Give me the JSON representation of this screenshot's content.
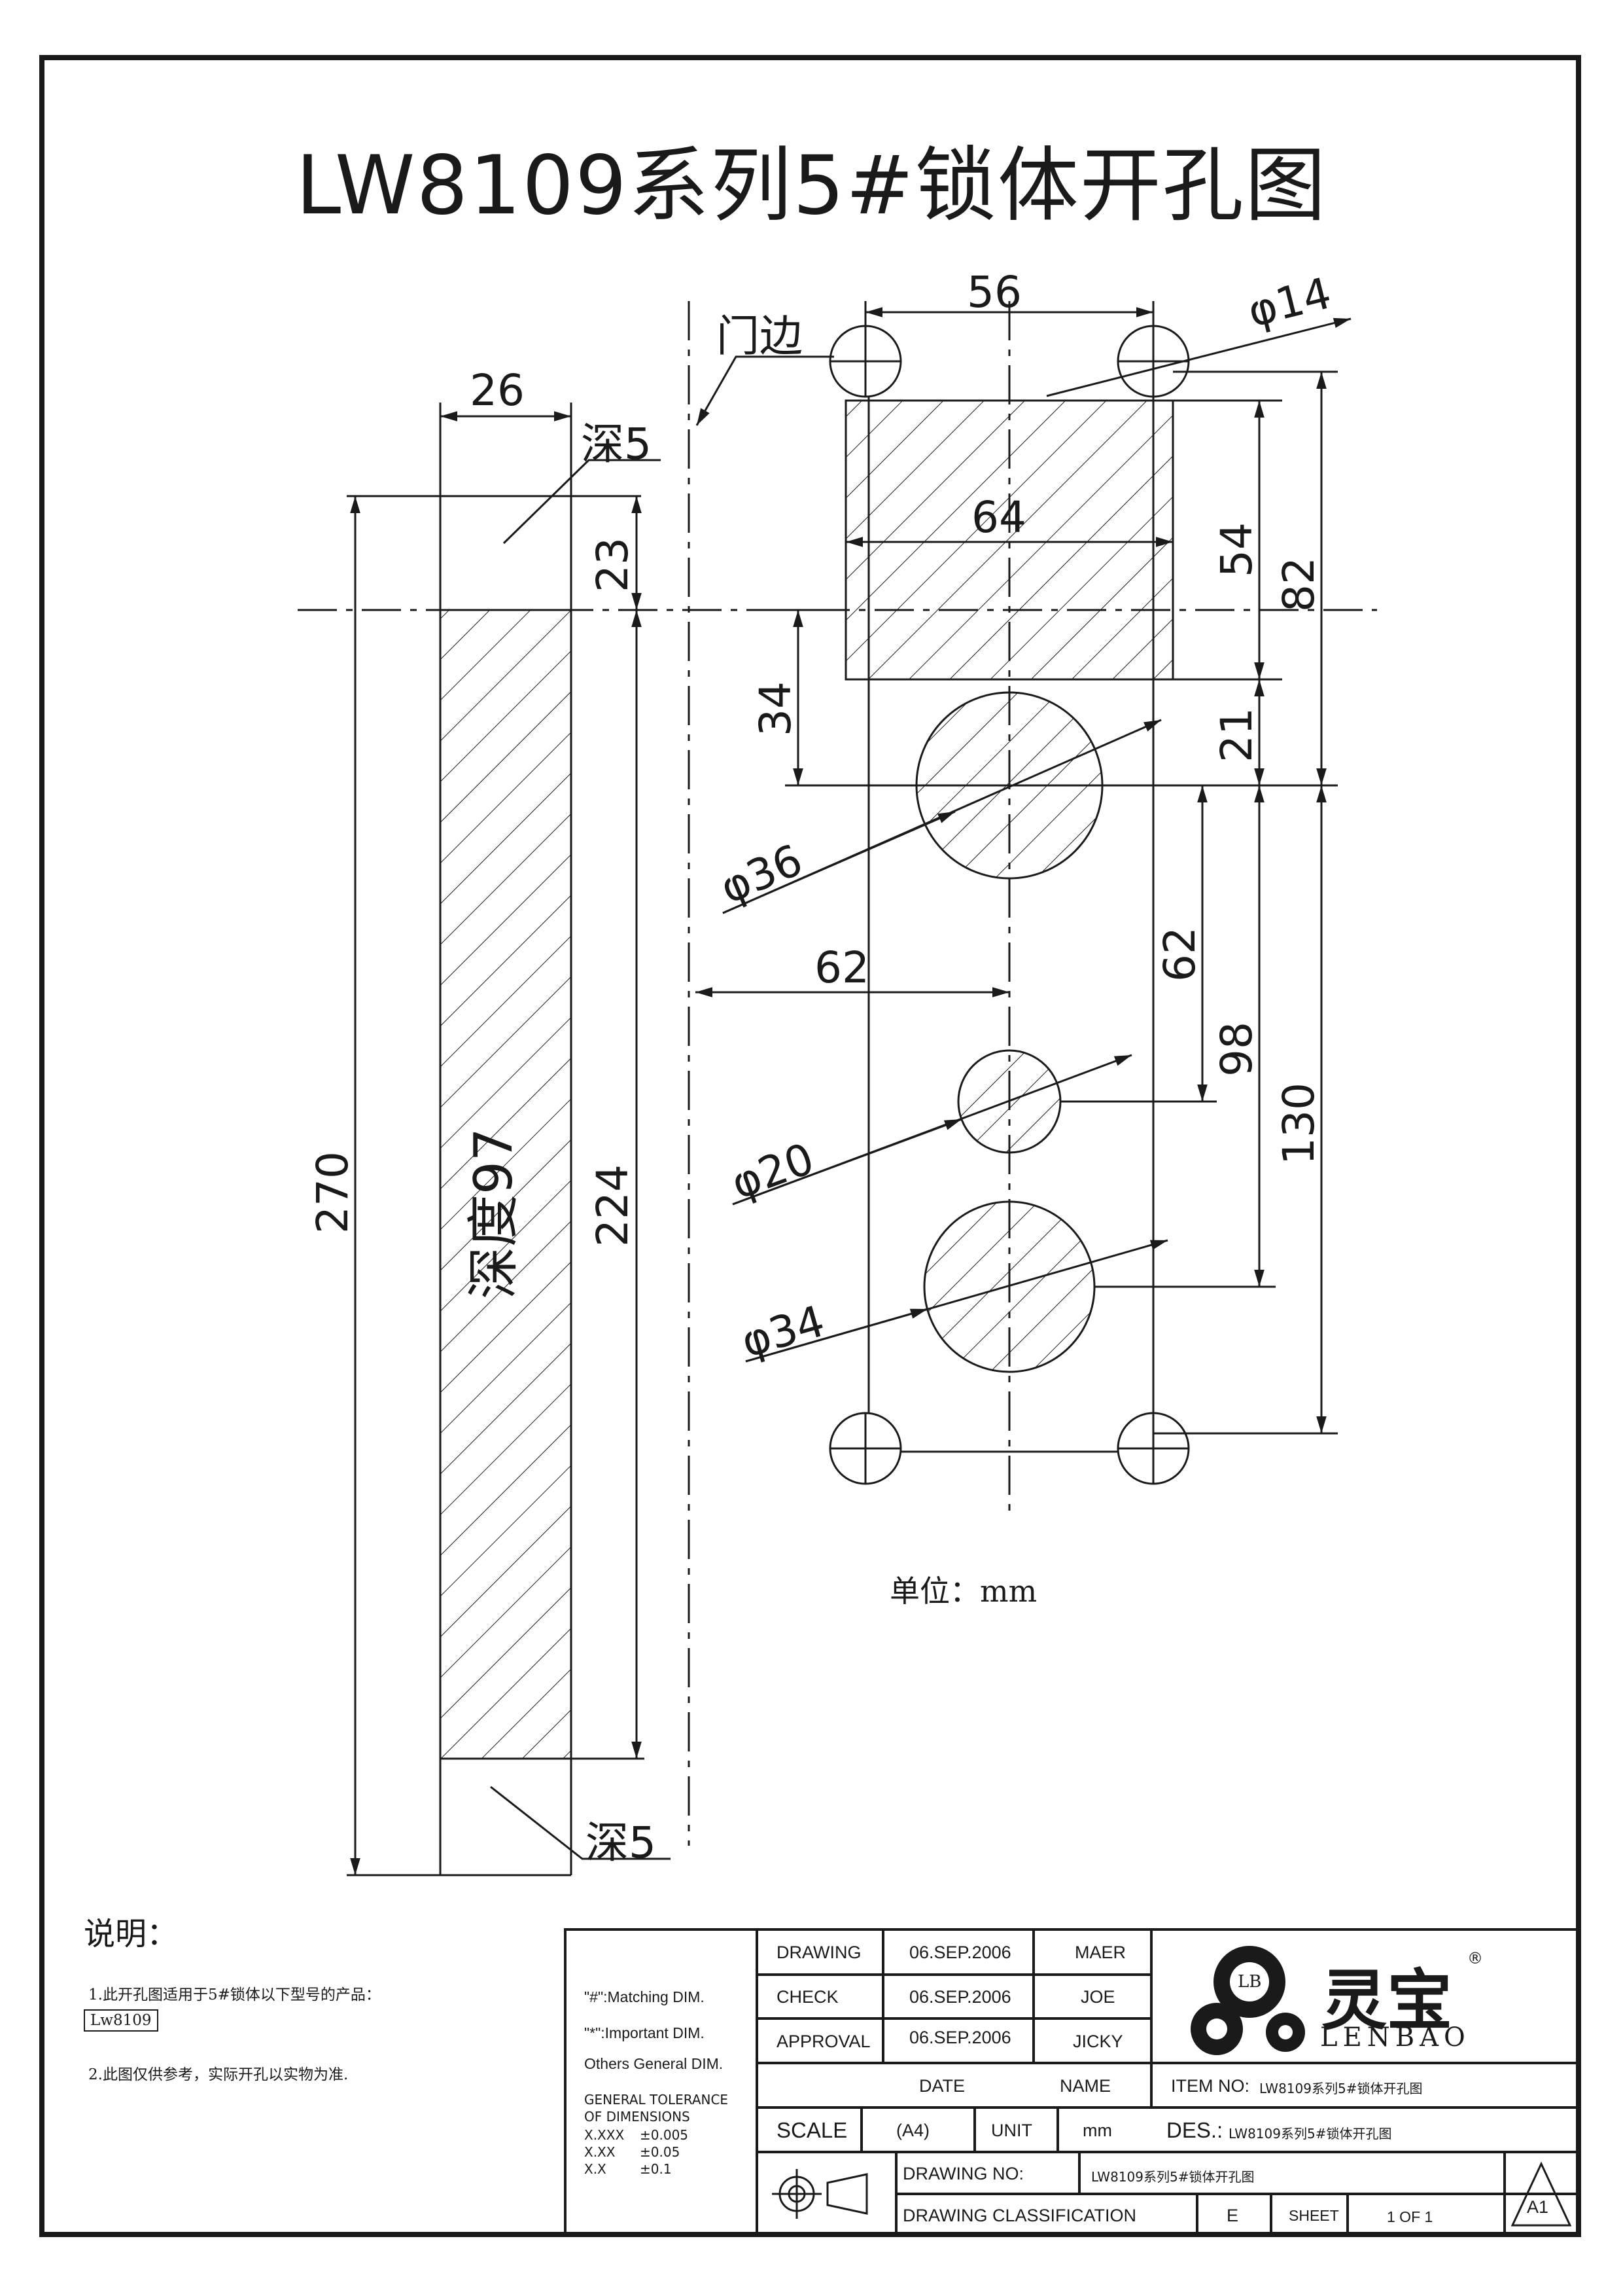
{
  "title": "LW8109系列5#锁体开孔图",
  "unit_note": "单位：mm",
  "dimensions": {
    "top_width": "56",
    "corner_hole_dia": "φ14",
    "door_edge": "门边",
    "strip_width": "26",
    "depth_top": "深5",
    "depth_bottom": "深5",
    "depth_main": "深度97",
    "dim_23": "23",
    "dim_270": "270",
    "dim_224": "224",
    "dim_64": "64",
    "dim_54": "54",
    "dim_82": "82",
    "dim_34": "34",
    "dim_21": "21",
    "dia_36": "φ36",
    "dim_62_h": "62",
    "dim_62_v": "62",
    "dim_98": "98",
    "dim_130": "130",
    "dia_20": "φ20",
    "dia_34": "φ34"
  },
  "notes": {
    "heading": "说明：",
    "line1": "1.此开孔图适用于5#锁体以下型号的产品：",
    "model": "Lw8109",
    "line2": "2.此图仅供参考，实际开孔以实物为准."
  },
  "title_block": {
    "legend_matching": "\"#\":Matching  DIM.",
    "legend_important": "\"*\":Important  DIM.",
    "legend_others": "Others General  DIM.",
    "tolerance_title_1": "GENERAL TOLERANCE",
    "tolerance_title_2": "OF DIMENSIONS",
    "tol_xxx_label": "X.XXX",
    "tol_xxx_value": "±0.005",
    "tol_xx_label": "X.XX",
    "tol_xx_value": "±0.05",
    "tol_x_label": "X.X",
    "tol_x_value": "±0.1",
    "drawing_label": "DRAWING",
    "drawing_date": "06.SEP.2006",
    "drawing_name": "MAER",
    "check_label": "CHECK",
    "check_date": "06.SEP.2006",
    "check_name": "JOE",
    "approval_label": "APPROVAL",
    "approval_date": "06.SEP.2006",
    "approval_name": "JICKY",
    "date_header": "DATE",
    "name_header": "NAME",
    "scale_label": "SCALE",
    "scale_value": "(A4)",
    "unit_label": "UNIT",
    "unit_value": "mm",
    "item_no_label": "ITEM NO:",
    "item_no_value": "LW8109系列5#锁体开孔图",
    "des_label": "DES.:",
    "des_value": "LW8109系列5#锁体开孔图",
    "drawing_no_label": "DRAWING NO:",
    "drawing_no_value": "LW8109系列5#锁体开孔图",
    "classification_label": "DRAWING CLASSIFICATION",
    "classification_value": "E",
    "sheet_label": "SHEET",
    "sheet_value": "1 OF 1",
    "revision": "A1"
  },
  "logo": {
    "monogram": "LB",
    "chinese": "灵宝",
    "english": "LENBAO",
    "registered": "®"
  }
}
